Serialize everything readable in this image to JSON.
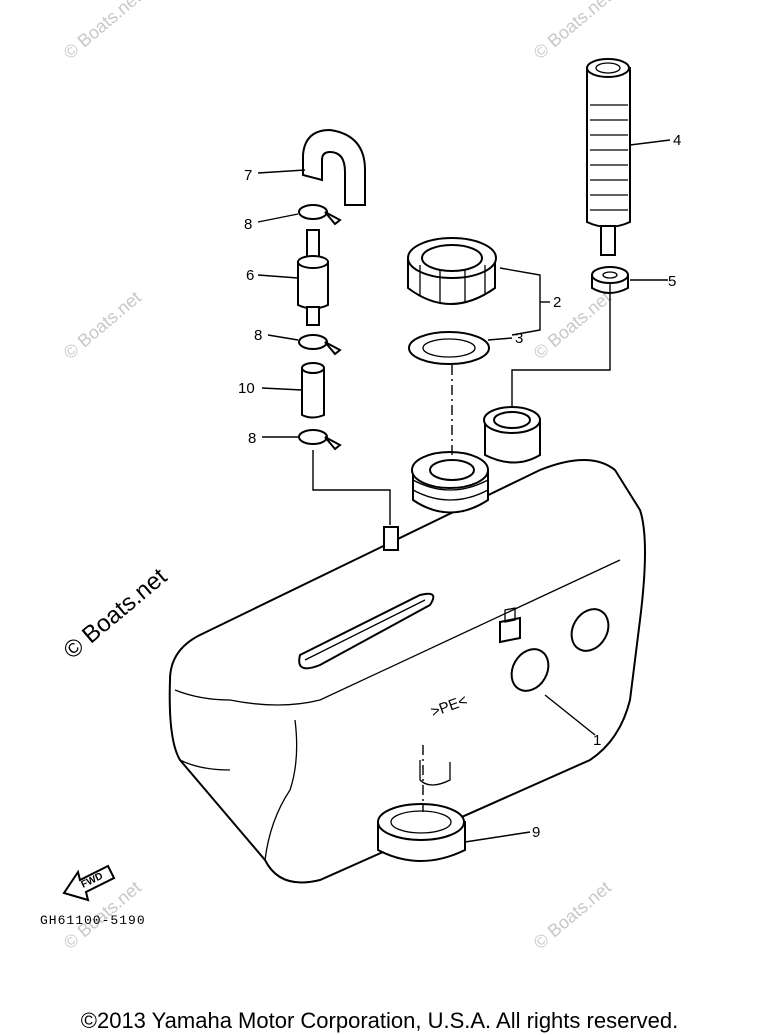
{
  "watermark": "© Boats.net",
  "callouts": [
    "1",
    "2",
    "3",
    "4",
    "5",
    "6",
    "7",
    "8",
    "8",
    "8",
    "9",
    "10"
  ],
  "tank_marking": ">PE<",
  "fwd_label": "FWD",
  "diagram_code": "GH61100-5190",
  "copyright": "©2013 Yamaha Motor Corporation, U.S.A. All rights reserved."
}
